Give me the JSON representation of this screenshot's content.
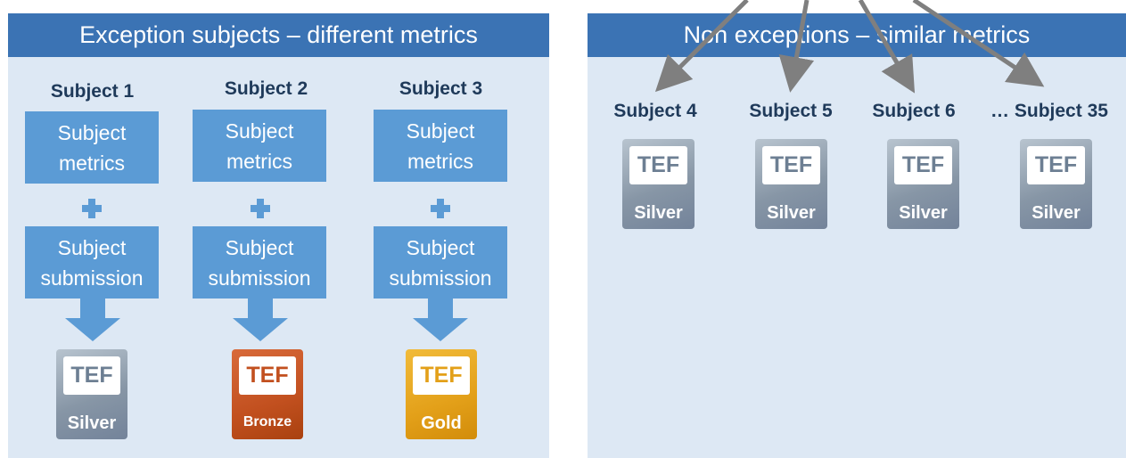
{
  "left_panel": {
    "header": "Exception subjects – different metrics",
    "subjects": [
      {
        "title": "Subject 1",
        "metrics_line1": "Subject",
        "metrics_line2": "metrics",
        "submission_line1": "Subject",
        "submission_line2": "submission",
        "badge_tef": "TEF",
        "badge_level": "Silver"
      },
      {
        "title": "Subject 2",
        "metrics_line1": "Subject",
        "metrics_line2": "metrics",
        "submission_line1": "Subject",
        "submission_line2": "submission",
        "badge_tef": "TEF",
        "badge_level": "Bronze"
      },
      {
        "title": "Subject 3",
        "metrics_line1": "Subject",
        "metrics_line2": "metrics",
        "submission_line1": "Subject",
        "submission_line2": "submission",
        "badge_tef": "TEF",
        "badge_level": "Gold"
      }
    ]
  },
  "right_panel": {
    "header": "Non exceptions – similar metrics",
    "subjects": [
      {
        "title": "Subject 4",
        "badge_tef": "TEF",
        "badge_level": "Silver"
      },
      {
        "title": "Subject 5",
        "badge_tef": "TEF",
        "badge_level": "Silver"
      },
      {
        "title": "Subject 6",
        "badge_tef": "TEF",
        "badge_level": "Silver"
      },
      {
        "title": "… Subject 35",
        "badge_tef": "TEF",
        "badge_level": "Silver"
      }
    ]
  },
  "colors": {
    "header_blue": "#3b73b4",
    "box_blue": "#5b9bd5",
    "panel_bg": "#dde8f4",
    "silver": "#8796a6",
    "bronze": "#c2501f",
    "gold": "#e3a019",
    "connector_gray": "#7f7f7f"
  },
  "icons": [
    "plus-icon",
    "down-arrow-icon",
    "connector-arrow-icon",
    "tef-badge-icon"
  ]
}
